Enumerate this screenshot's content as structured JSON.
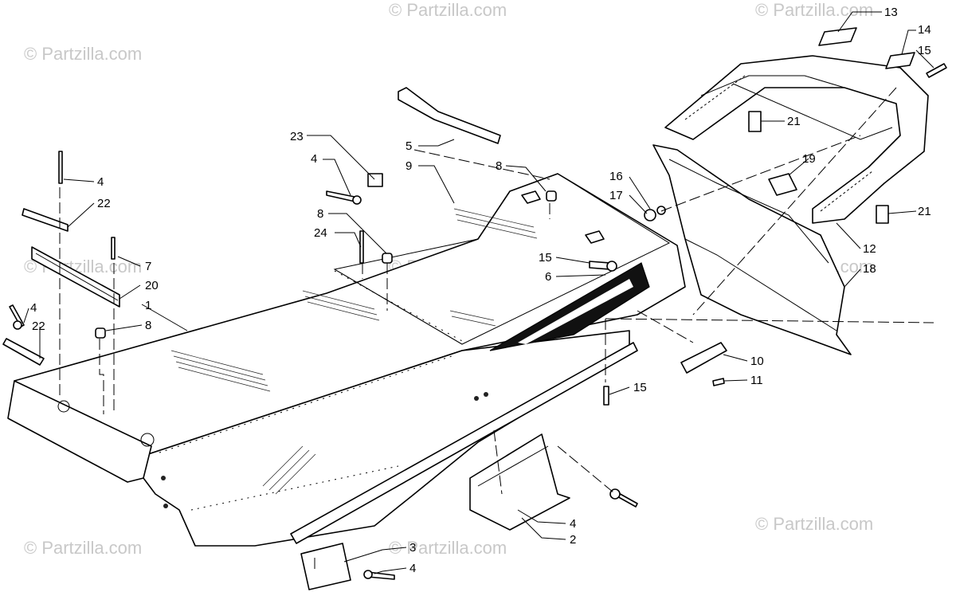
{
  "watermark": "© Partzilla.com",
  "callouts": {
    "c13": "13",
    "c14": "14",
    "c15a": "15",
    "c21a": "21",
    "c19": "19",
    "c21b": "21",
    "c16": "16",
    "c17": "17",
    "c12": "12",
    "c18": "18",
    "c10": "10",
    "c11": "11",
    "c15b": "15",
    "c5": "5",
    "c9": "9",
    "c8a": "8",
    "c23": "23",
    "c4a": "4",
    "c8b": "8",
    "c24": "24",
    "c15c": "15",
    "c6": "6",
    "c4b": "4",
    "c22a": "22",
    "c7": "7",
    "c20": "20",
    "c1": "1",
    "c4c": "4",
    "c22b": "22",
    "c8c": "8",
    "c4d": "4",
    "c2": "2",
    "c3": "3",
    "c4e": "4"
  }
}
